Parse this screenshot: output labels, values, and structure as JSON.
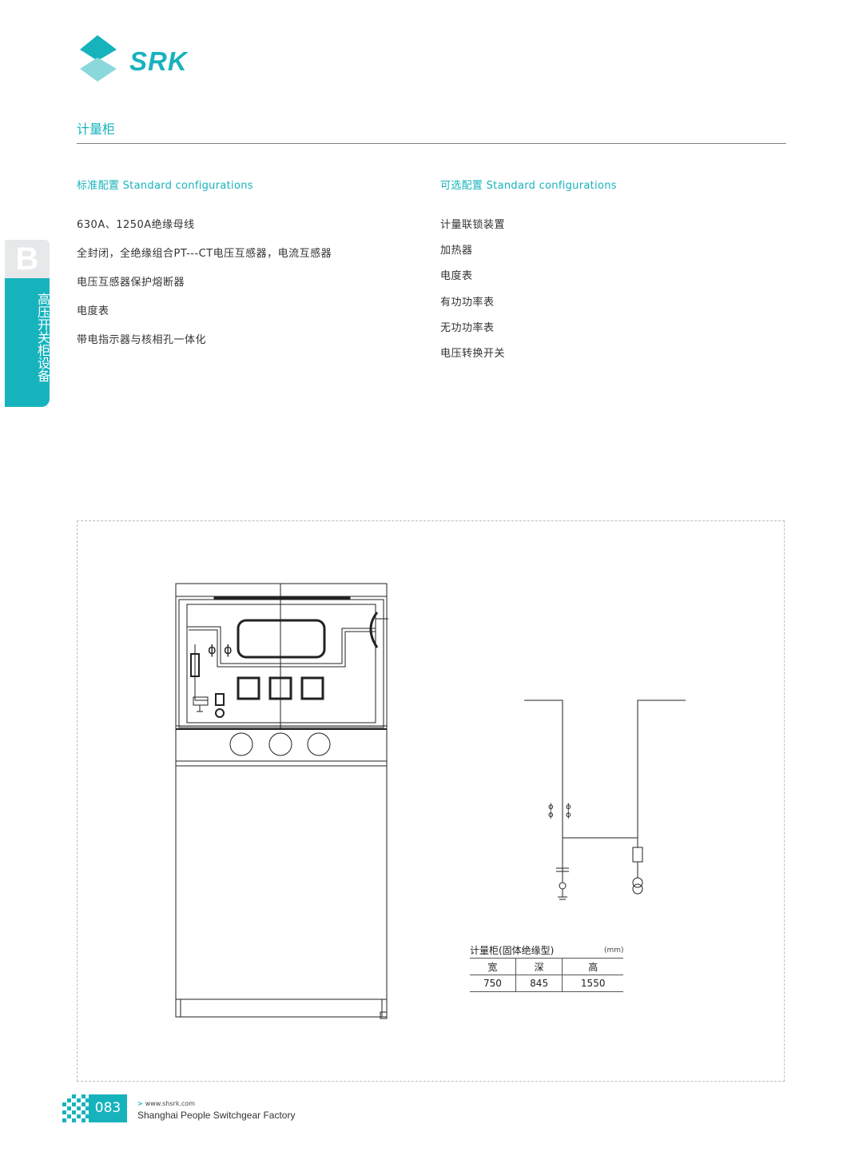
{
  "brand": {
    "name": "SRK",
    "color": "#17b3bd"
  },
  "page_title": "计量柜",
  "side_tab": {
    "letter": "B",
    "text": "高压开关柜设备"
  },
  "standard": {
    "heading": "标准配置 Standard configurations",
    "items": [
      "630A、1250A绝缘母线",
      "全封闭，全绝缘组合PT---CT电压互感器，电流互感器",
      "电压互感器保护熔断器",
      "电度表",
      "带电指示器与核相孔一体化"
    ]
  },
  "optional": {
    "heading": "可选配置 Standard configurations",
    "items": [
      "计量联锁装置",
      "加热器",
      "电度表",
      "有功功率表",
      "无功功率表",
      "电压转换开关"
    ]
  },
  "spec": {
    "title": "计量柜(固体绝缘型)",
    "unit": "(mm)",
    "headers": [
      "宽",
      "深",
      "高"
    ],
    "values": [
      "750",
      "845",
      "1550"
    ]
  },
  "footer": {
    "page_number": "083",
    "url": "www.shsrk.com",
    "company": "Shanghai People Switchgear Factory"
  }
}
